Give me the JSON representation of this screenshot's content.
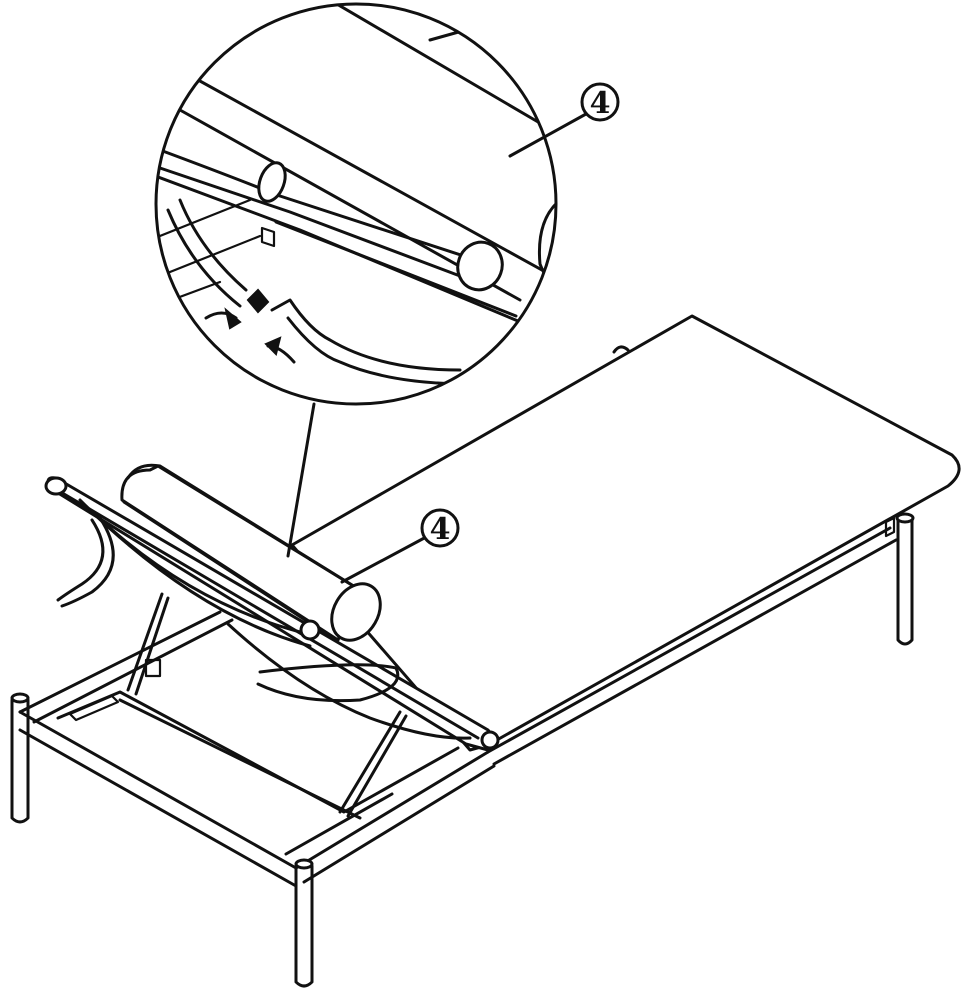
{
  "callouts": [
    {
      "id": "detail-callout",
      "label": "4"
    },
    {
      "id": "main-callout",
      "label": "4"
    }
  ],
  "colors": {
    "line": "#111111",
    "background": "#ffffff"
  },
  "icons": {
    "arrow_in_left": "curved-arrow-icon",
    "arrow_in_right": "curved-arrow-icon"
  }
}
